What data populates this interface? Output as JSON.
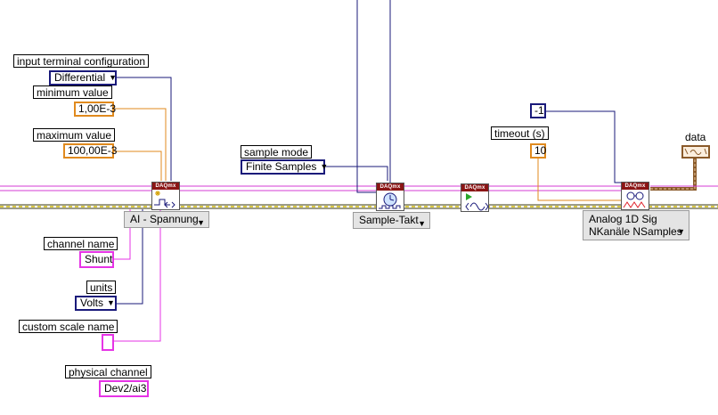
{
  "labels": {
    "input_terminal_configuration": "input terminal configuration",
    "minimum_value": "minimum value",
    "maximum_value": "maximum value",
    "sample_mode": "sample mode",
    "timeout": "timeout (s)",
    "data": "data",
    "channel_name": "channel name",
    "units": "units",
    "custom_scale_name": "custom scale name",
    "physical_channel": "physical channel"
  },
  "constants": {
    "terminal_config": "Differential",
    "minimum_value": "1,00E-3",
    "maximum_value": "100,00E-3",
    "sample_mode": "Finite Samples",
    "samples_per_channel": "-1",
    "timeout": "10",
    "channel_name": "Shunt",
    "units": "Volts",
    "custom_scale_name": "",
    "physical_channel": "Dev2/ai3"
  },
  "nodes": {
    "vi_header": "DAQmx",
    "create_channel_selector": "AI - Spannung",
    "timing_selector": "Sample-Takt",
    "read_selector_line1": "Analog 1D Sig",
    "read_selector_line2": "NKanäle NSamples"
  },
  "colors": {
    "task_wire": "#d63bd6",
    "error_wire": "#9a8a30",
    "enum_wire": "#1a1a7a",
    "numeric_wire": "#e08a1e",
    "daqmx_header": "#8b1515",
    "waveform_wire": "#8a5a2a"
  }
}
